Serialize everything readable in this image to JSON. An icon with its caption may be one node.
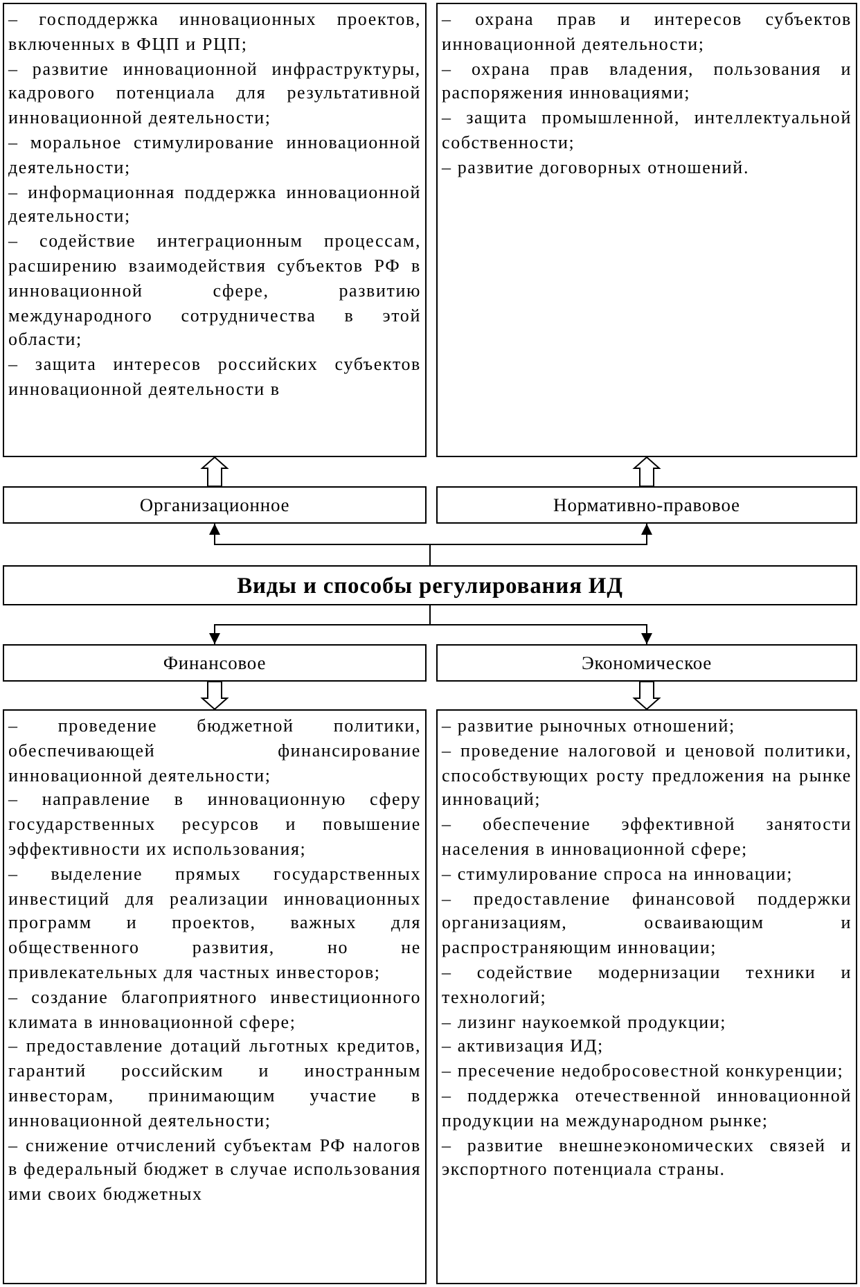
{
  "diagram": {
    "nodes": [
      {
        "text": [
          "– господдержка инновационных проектов, включенных в ФЦП и РЦП;",
          "– развитие инновационной инфраструктуры, кадрового потенциала для результативной инновационной деятельности;",
          "– моральное стимулирование инновационной деятельности;",
          "– информационная поддержка инновационной деятельности;",
          "– содействие интеграционным процессам, расширению взаимодействия субъектов РФ в инновационной сфере, развитию международного сотрудничества в этой области;",
          "– защита интересов российских субъектов инновационной деятельности в"
        ]
      },
      {
        "text": [
          "– охрана прав и интересов субъектов инновационной деятельности;",
          "– охрана прав владения, пользования и распоряжения инновациями;",
          "– защита промышленной, интеллектуальной собственности;",
          "– развитие договорных отношений."
        ]
      },
      {
        "text": [
          "Организационное"
        ]
      },
      {
        "text": [
          "Нормативно-правовое"
        ]
      },
      {
        "text": [
          "Виды и способы регулирования ИД"
        ]
      },
      {
        "text": [
          "Финансовое"
        ]
      },
      {
        "text": [
          "Экономическое"
        ]
      },
      {
        "text": [
          "– проведение бюджетной политики, обеспечивающей финансирование инновационной деятельности;",
          "– направление в инновационную сферу государственных ресурсов и повышение эффективности их использования;",
          "– выделение прямых государственных инвестиций для реализации инновационных программ и проектов, важных для общественного развития, но не привлекательных для частных инвесторов;",
          "– создание благоприятного инвестиционного климата в инновационной сфере;",
          "– предоставление дотаций льготных кредитов, гарантий российским и иностранным инвесторам, принимающим участие в инновационной деятельности;",
          "– снижение отчислений субъектам РФ налогов в федеральный бюджет в случае использования ими своих бюджетных"
        ]
      },
      {
        "text": [
          "– развитие рыночных отношений;",
          "– проведение налоговой и ценовой политики, способствующих росту предложения на рынке инноваций;",
          "– обеспечение эффективной занятости населения в инновационной сфере;",
          "– стимулирование спроса на инновации;",
          "– предоставление финансовой поддержки организациям, осваивающим и распространяющим инновации;",
          "– содействие модернизации техники и технологий;",
          "– лизинг наукоемкой продукции;",
          "– активизация ИД;",
          "– пресечение недобросовестной конкуренции;",
          "– поддержка отечественной инновационной продукции на международном рынке;",
          "– развитие внешнеэкономических связей и экспортного потенциала страны."
        ]
      }
    ],
    "edges": [
      {
        "from": 4,
        "to": 2,
        "arrow": "to"
      },
      {
        "from": 4,
        "to": 3,
        "arrow": "to"
      },
      {
        "from": 4,
        "to": 5,
        "arrow": "to"
      },
      {
        "from": 4,
        "to": 6,
        "arrow": "to"
      },
      {
        "from": 2,
        "to": 0,
        "arrow": "to",
        "style": "thick"
      },
      {
        "from": 3,
        "to": 1,
        "arrow": "to",
        "style": "thick"
      },
      {
        "from": 5,
        "to": 7,
        "arrow": "to",
        "style": "thick"
      },
      {
        "from": 6,
        "to": 8,
        "arrow": "to",
        "style": "thick"
      }
    ]
  }
}
